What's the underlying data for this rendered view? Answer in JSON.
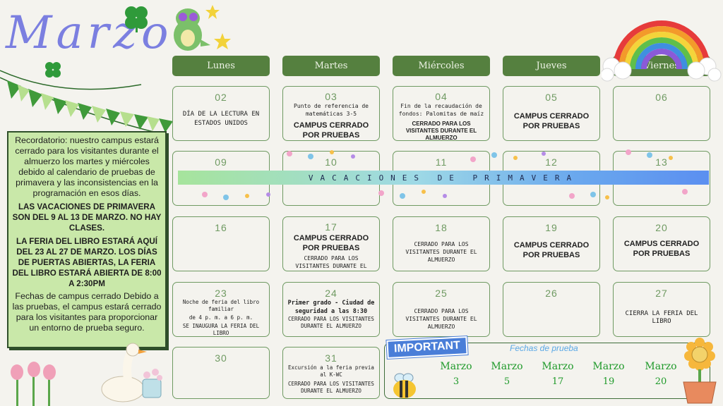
{
  "title": "Marzo",
  "note": {
    "reminder": "Recordatorio: nuestro campus estará cerrado para los visitantes durante el almuerzo los martes y miércoles debido al calendario de pruebas de primavera y las inconsistencias en la programación en esos días.",
    "spring_break": "LAS VACACIONES DE PRIMAVERA SON DEL 9 AL 13 DE MARZO. NO HAY CLASES.",
    "book_fair": "LA FERIA DEL LIBRO ESTARÁ AQUÍ DEL 23 AL 27 DE MARZO. LOS DÍAS DE PUERTAS ABIERTAS, LA FERIA DEL LIBRO ESTARÁ ABIERTA DE 8:00 A 2:30PM",
    "closed_dates": "Fechas de campus cerrado Debido a las pruebas, el campus estará cerrado para los visitantes para proporcionar un entorno de prueba seguro."
  },
  "days": [
    "Lunes",
    "Martes",
    "Miércoles",
    "Jueves",
    "Viernes"
  ],
  "cells": {
    "c02": {
      "num": "02",
      "t1": "DÍA DE LA LECTURA EN ESTADOS UNIDOS"
    },
    "c03": {
      "num": "03",
      "t1": "Punto de referencia de matemáticas 3-5",
      "b1": "CAMPUS CERRADO POR PRUEBAS"
    },
    "c04": {
      "num": "04",
      "t1": "Fin de la recaudación de fondos: Palomitas de maíz",
      "t2": "CERRADO PARA LOS VISITANTES DURANTE EL ALMUERZO"
    },
    "c05": {
      "num": "05",
      "b1": "CAMPUS CERRADO POR PRUEBAS"
    },
    "c06": {
      "num": "06"
    },
    "c09": {
      "num": "09"
    },
    "c10": {
      "num": "10"
    },
    "c11": {
      "num": "11"
    },
    "c12": {
      "num": "12"
    },
    "c13": {
      "num": "13"
    },
    "c16": {
      "num": "16"
    },
    "c17": {
      "num": "17",
      "b1": "CAMPUS CERRADO POR PRUEBAS",
      "t1": "CERRADO PARA LOS VISITANTES DURANTE EL ALMUERZO"
    },
    "c18": {
      "num": "18",
      "t1": "CERRADO PARA LOS VISITANTES DURANTE EL ALMUERZO"
    },
    "c19": {
      "num": "19",
      "b1": "CAMPUS CERRADO POR PRUEBAS"
    },
    "c20": {
      "num": "20",
      "b1": "CAMPUS CERRADO POR PRUEBAS"
    },
    "c23": {
      "num": "23",
      "t1": "Noche de feria del libro familiar",
      "t2": "de 4 p. m. a 6 p. m.",
      "t3": "SE INAUGURA LA FERIA DEL LIBRO"
    },
    "c24": {
      "num": "24",
      "t1": "Primer grado - Ciudad de seguridad a las 8:30",
      "t2": "CERRADO PARA LOS VISITANTES DURANTE EL ALMUERZO"
    },
    "c25": {
      "num": "25",
      "t1": "CERRADO PARA LOS VISITANTES DURANTE EL ALMUERZO"
    },
    "c26": {
      "num": "26"
    },
    "c27": {
      "num": "27",
      "t1": "CIERRA LA FERIA DEL LIBRO"
    },
    "c30": {
      "num": "30"
    },
    "c31": {
      "num": "31",
      "t1": "Excursión a la feria previa al K-WC",
      "t2": "CERRADO PARA LOS VISITANTES DURANTE EL ALMUERZO"
    }
  },
  "banner": "VACACIONES DE PRIMAVERA",
  "important": {
    "tag": "IMPORTANT",
    "heading": "Fechas de prueba",
    "dates": [
      {
        "month": "Marzo",
        "day": "3"
      },
      {
        "month": "Marzo",
        "day": "5"
      },
      {
        "month": "Marzo",
        "day": "17"
      },
      {
        "month": "Marzo",
        "day": "19"
      },
      {
        "month": "Marzo",
        "day": "20"
      }
    ]
  },
  "colors": {
    "header_green": "#55803f",
    "cell_border": "#6f9a62",
    "note_bg": "#c9e8a9",
    "title_purple": "#7b7fe0",
    "test_date_green": "#1f9a2a"
  },
  "icons": [
    "clover-icon",
    "dinosaur-icon",
    "star-icon",
    "rainbow-icon",
    "bunting-icon",
    "flower-wreath-icon",
    "tulip-icon",
    "goose-icon",
    "bee-icon",
    "sunflower-pot-icon"
  ]
}
